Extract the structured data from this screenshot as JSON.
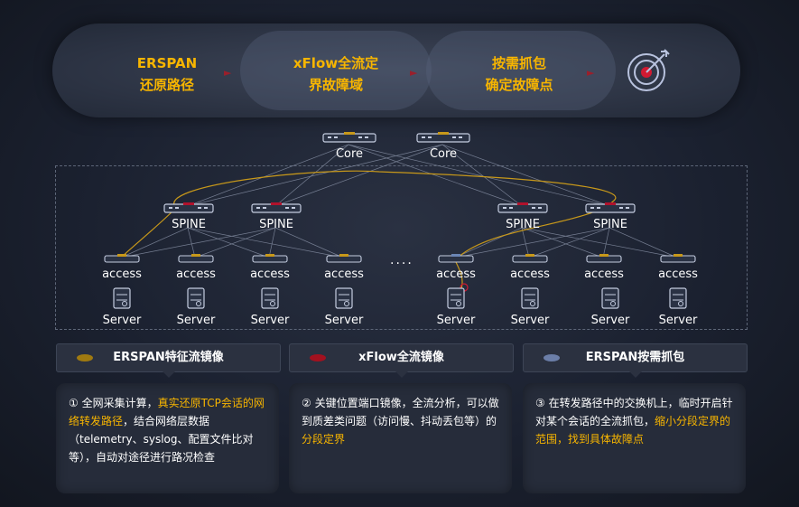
{
  "banner": {
    "stages": [
      {
        "line1": "ERSPAN",
        "line2": "还原路径"
      },
      {
        "line1": "xFlow全流定",
        "line2": "界故障域"
      },
      {
        "line1": "按需抓包",
        "line2": "确定故障点"
      }
    ],
    "arrow": "►",
    "target_icon": "target-icon"
  },
  "topology": {
    "core": [
      "Core",
      "Core"
    ],
    "spine": [
      "SPINE",
      "SPINE",
      "SPINE",
      "SPINE"
    ],
    "access": [
      "access",
      "access",
      "access",
      "access",
      "access",
      "access",
      "access",
      "access"
    ],
    "server": [
      "Server",
      "Server",
      "Server",
      "Server",
      "Server",
      "Server",
      "Server",
      "Server"
    ],
    "ellipsis": "....",
    "colors": {
      "erspan": "#c7981a",
      "xflow": "#b0122c",
      "capture": "#6b86b5",
      "link": "#8a93a8"
    }
  },
  "legend": [
    {
      "label": "ERSPAN特征流镜像",
      "color": "#a07a10"
    },
    {
      "label": "xFlow全流镜像",
      "color": "#a3111f"
    },
    {
      "label": "ERSPAN按需抓包",
      "color": "#6b7ea8"
    }
  ],
  "cards": [
    {
      "num": "①",
      "t1": "全网采集计算，",
      "hl1": "真实还原TCP会话的网络转发路径",
      "t2": "，结合网络层数据（telemetry、syslog、配置文件比对等），自动对途径进行路况检查",
      "hl2": "",
      "t3": ""
    },
    {
      "num": "②",
      "t1": "关键位置端口镜像，全流分析，可以做到质差类问题（访问慢、抖动丢包等）的",
      "hl1": "分段定界",
      "t2": "",
      "hl2": "",
      "t3": ""
    },
    {
      "num": "③",
      "t1": "在转发路径中的交换机上，临时开启针对某个会话的全流抓包，",
      "hl1": "缩小分段定界的范围，找到具体故障点",
      "t2": "",
      "hl2": "",
      "t3": ""
    }
  ]
}
